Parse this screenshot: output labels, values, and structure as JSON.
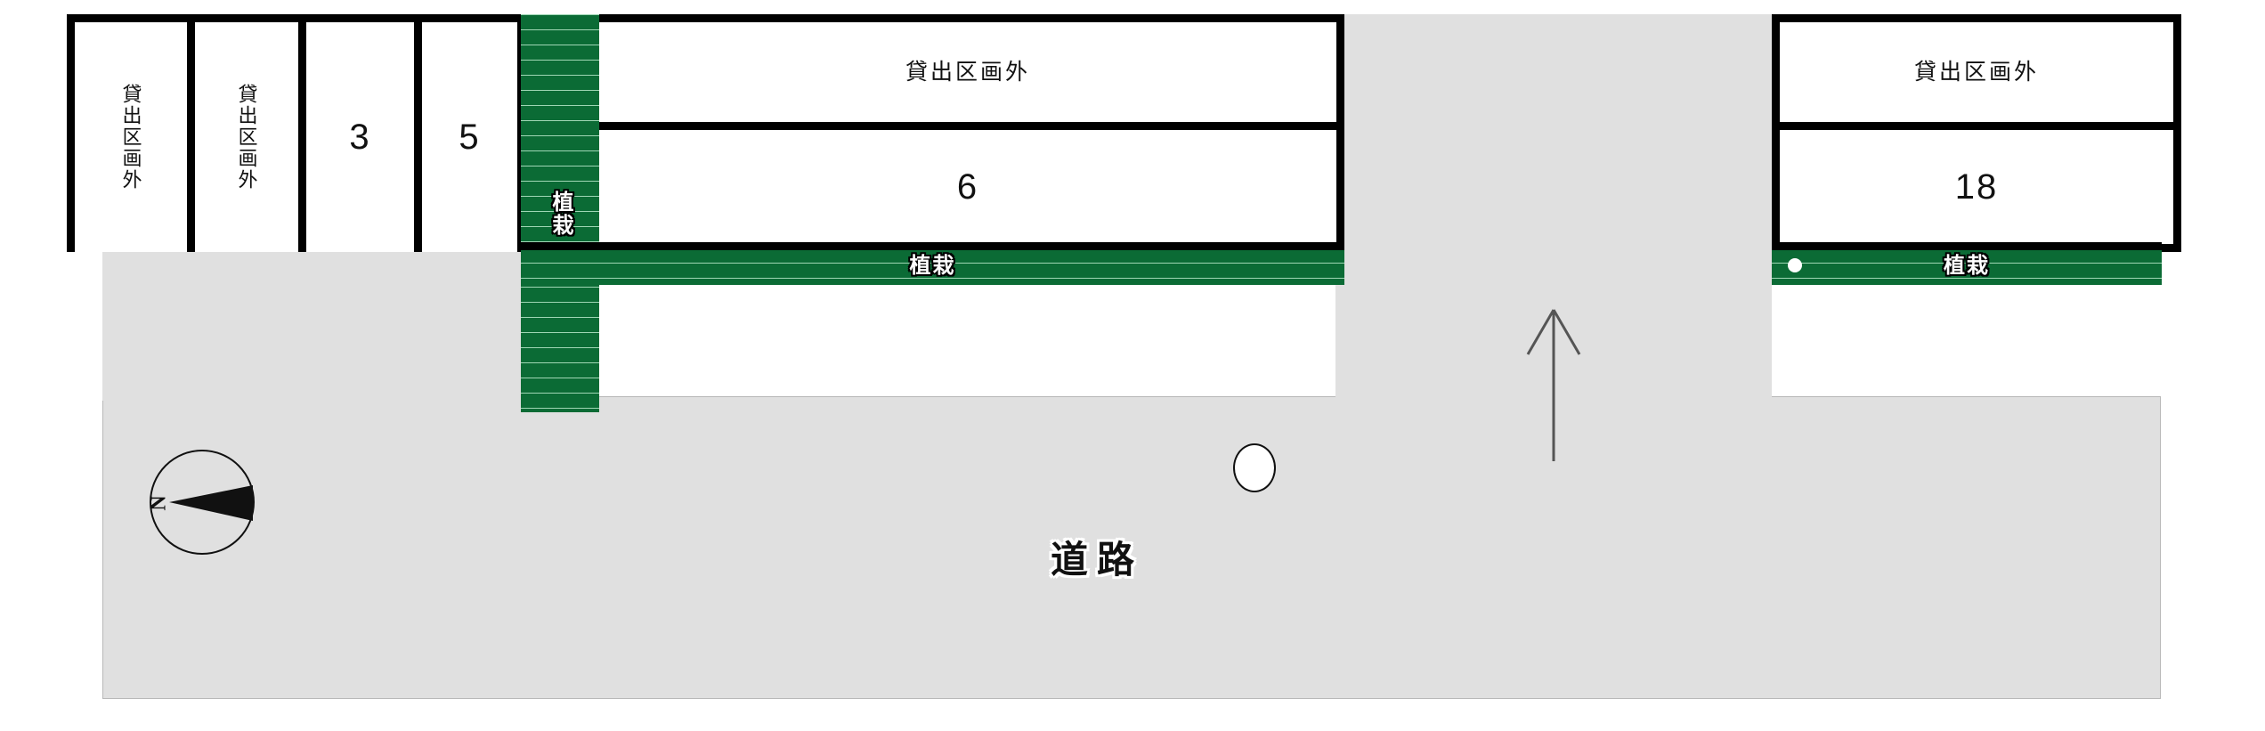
{
  "diagram": {
    "type": "parking-lot-site-plan",
    "road_label": "道路",
    "compass_label": "N",
    "colors": {
      "planting_green": "#0b6b35",
      "planting_stripe": "#9fd6b4",
      "pavement_grey": "#e0e0e0",
      "outline_black": "#000000"
    }
  },
  "left_block": {
    "stalls": [
      {
        "id": "left-1",
        "label": "貸出区画外",
        "orientation": "vertical"
      },
      {
        "id": "left-2",
        "label": "貸出区画外",
        "orientation": "vertical"
      },
      {
        "id": "left-3",
        "label": "3",
        "orientation": "horizontal"
      },
      {
        "id": "left-4",
        "label": "5",
        "orientation": "horizontal"
      }
    ]
  },
  "middle_block": {
    "stalls": [
      {
        "id": "mid-1",
        "label": "貸出区画外",
        "orientation": "horizontal"
      },
      {
        "id": "mid-2",
        "label": "6",
        "orientation": "horizontal"
      }
    ]
  },
  "right_block": {
    "stalls": [
      {
        "id": "right-1",
        "label": "貸出区画外",
        "orientation": "horizontal"
      },
      {
        "id": "right-2",
        "label": "18",
        "orientation": "horizontal"
      }
    ]
  },
  "planting_areas": [
    {
      "id": "planting-vertical-left",
      "label": "植栽",
      "orientation": "vertical"
    },
    {
      "id": "planting-horizontal-middle",
      "label": "植栽",
      "orientation": "horizontal"
    },
    {
      "id": "planting-horizontal-right",
      "label": "植栽",
      "orientation": "horizontal"
    }
  ]
}
